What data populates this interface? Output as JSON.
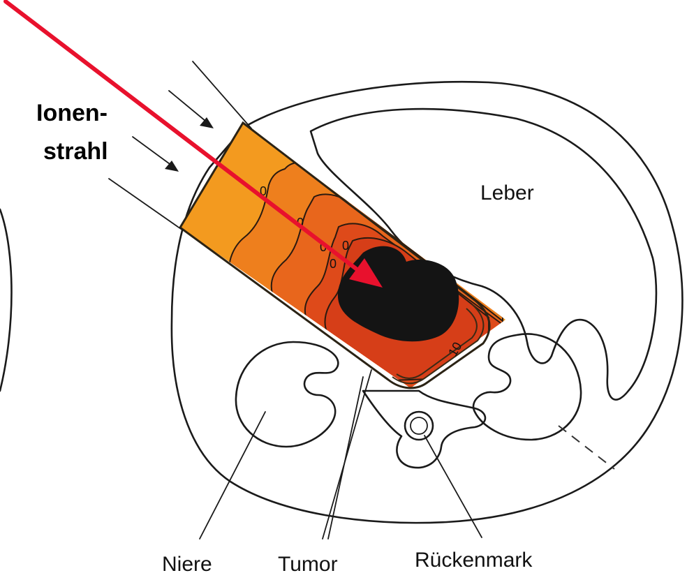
{
  "labels": {
    "beam_line1": "Ionen-",
    "beam_line2": "strahl",
    "liver": "Leber",
    "kidney": "Niere",
    "tumor": "Tumor",
    "spinal_cord": "Rückenmark"
  },
  "dose_contour_labels": [
    "0",
    "0",
    "0",
    "0",
    "0",
    "10"
  ],
  "colors": {
    "beam_arrow": "#e8112d",
    "dose_outer": "#f39a1f",
    "dose_mid1": "#ee7f1d",
    "dose_mid2": "#e8661c",
    "dose_inner": "#de4a1a",
    "dose_core": "#d63e18",
    "tumor": "#141414",
    "body_fill": "#f2f2f2"
  }
}
